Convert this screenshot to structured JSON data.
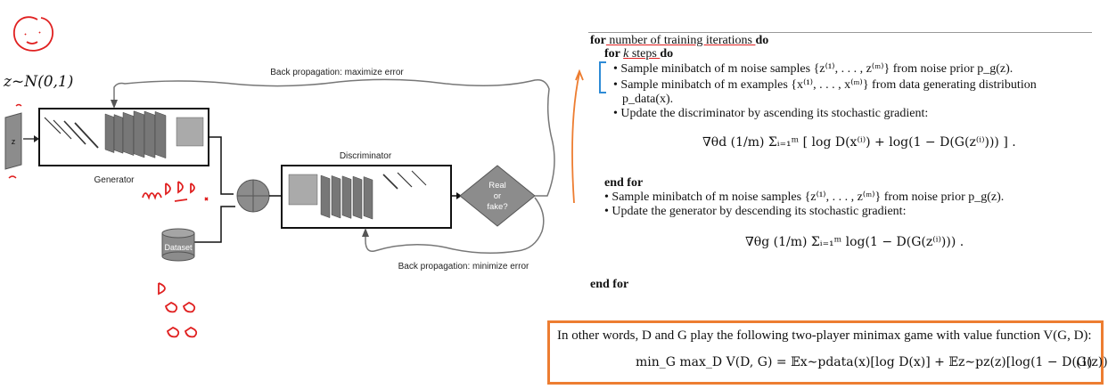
{
  "diagram": {
    "z_dist": "z~N(0,1)",
    "z_label": "z",
    "generator_label": "Generator",
    "discriminator_label": "Discriminator",
    "dataset_label": "Dataset",
    "decision_lines": [
      "Real",
      "or",
      "fake?"
    ],
    "bp_top": "Back propagation: maximize error",
    "bp_bottom": "Back propagation: minimize error"
  },
  "algorithm": {
    "line1_a": "for",
    "line1_b": " number of training iterations ",
    "line1_c": "do",
    "line2_a": "for ",
    "line2_k": "k",
    "line2_b": " steps ",
    "line2_c": "do",
    "bullet1": "• Sample minibatch of m noise samples {z⁽¹⁾, . . . , z⁽ᵐ⁾} from noise prior p_g(z).",
    "bullet2": "• Sample minibatch of m examples {x⁽¹⁾, . . . , x⁽ᵐ⁾} from data generating distribution",
    "bullet2_cont": "p_data(x).",
    "bullet3": "• Update the discriminator by ascending its stochastic gradient:",
    "grad_d": "∇θd (1/m) Σᵢ₌₁ᵐ [ log D(x⁽ⁱ⁾) + log(1 − D(G(z⁽ⁱ⁾))) ] .",
    "end_for_inner": "end for",
    "bullet4": "• Sample minibatch of m noise samples {z⁽¹⁾, . . . , z⁽ᵐ⁾} from noise prior p_g(z).",
    "bullet5": "• Update the generator by descending its stochastic gradient:",
    "grad_g": "∇θg (1/m) Σᵢ₌₁ᵐ log(1 − D(G(z⁽ⁱ⁾))) .",
    "end_for_outer": "end for"
  },
  "minimax": {
    "text": "In other words, D and G play the following two-player minimax game with value function V(G, D):",
    "formula": "min_G max_D V(D, G) = 𝔼x∼pdata(x)[log D(x)] + 𝔼z∼pz(z)[log(1 − D(G(z)))].",
    "eq_num": "(1)"
  },
  "colors": {
    "annotation_red": "#e02020",
    "highlight_orange": "#ed7d31",
    "bracket_blue": "#2e8bd6",
    "block_gray": "#8c8c8c"
  }
}
